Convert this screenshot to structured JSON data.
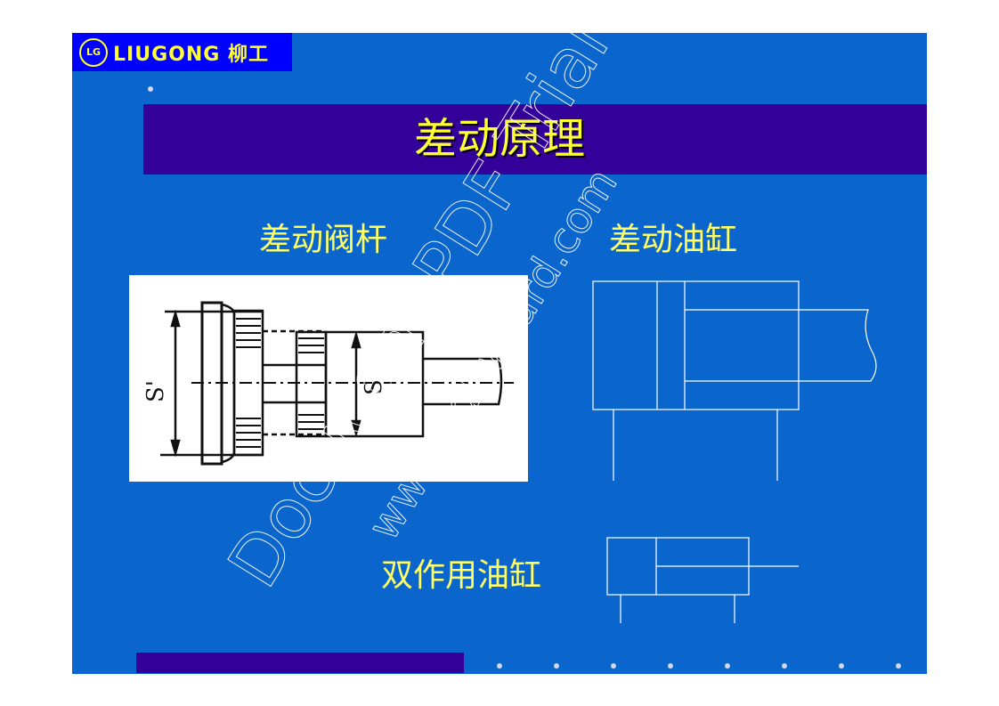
{
  "logo": {
    "badge": "LG",
    "text": "LIUGONG 柳工"
  },
  "slide": {
    "title": "差动原理",
    "labels": {
      "valve_rod": "差动阀杆",
      "diff_cylinder": "差动油缸",
      "double_acting_cylinder": "双作用油缸"
    },
    "diagram_labels": {
      "s_prime": "S'",
      "s": "S"
    }
  },
  "watermark": {
    "line1": "Docucom PDF Trial",
    "line2": "www.pdfwizard.com"
  },
  "colors": {
    "background": "#0a66cc",
    "title_bar": "#330099",
    "text": "#ffff66",
    "logo_bg": "#0000ff"
  }
}
